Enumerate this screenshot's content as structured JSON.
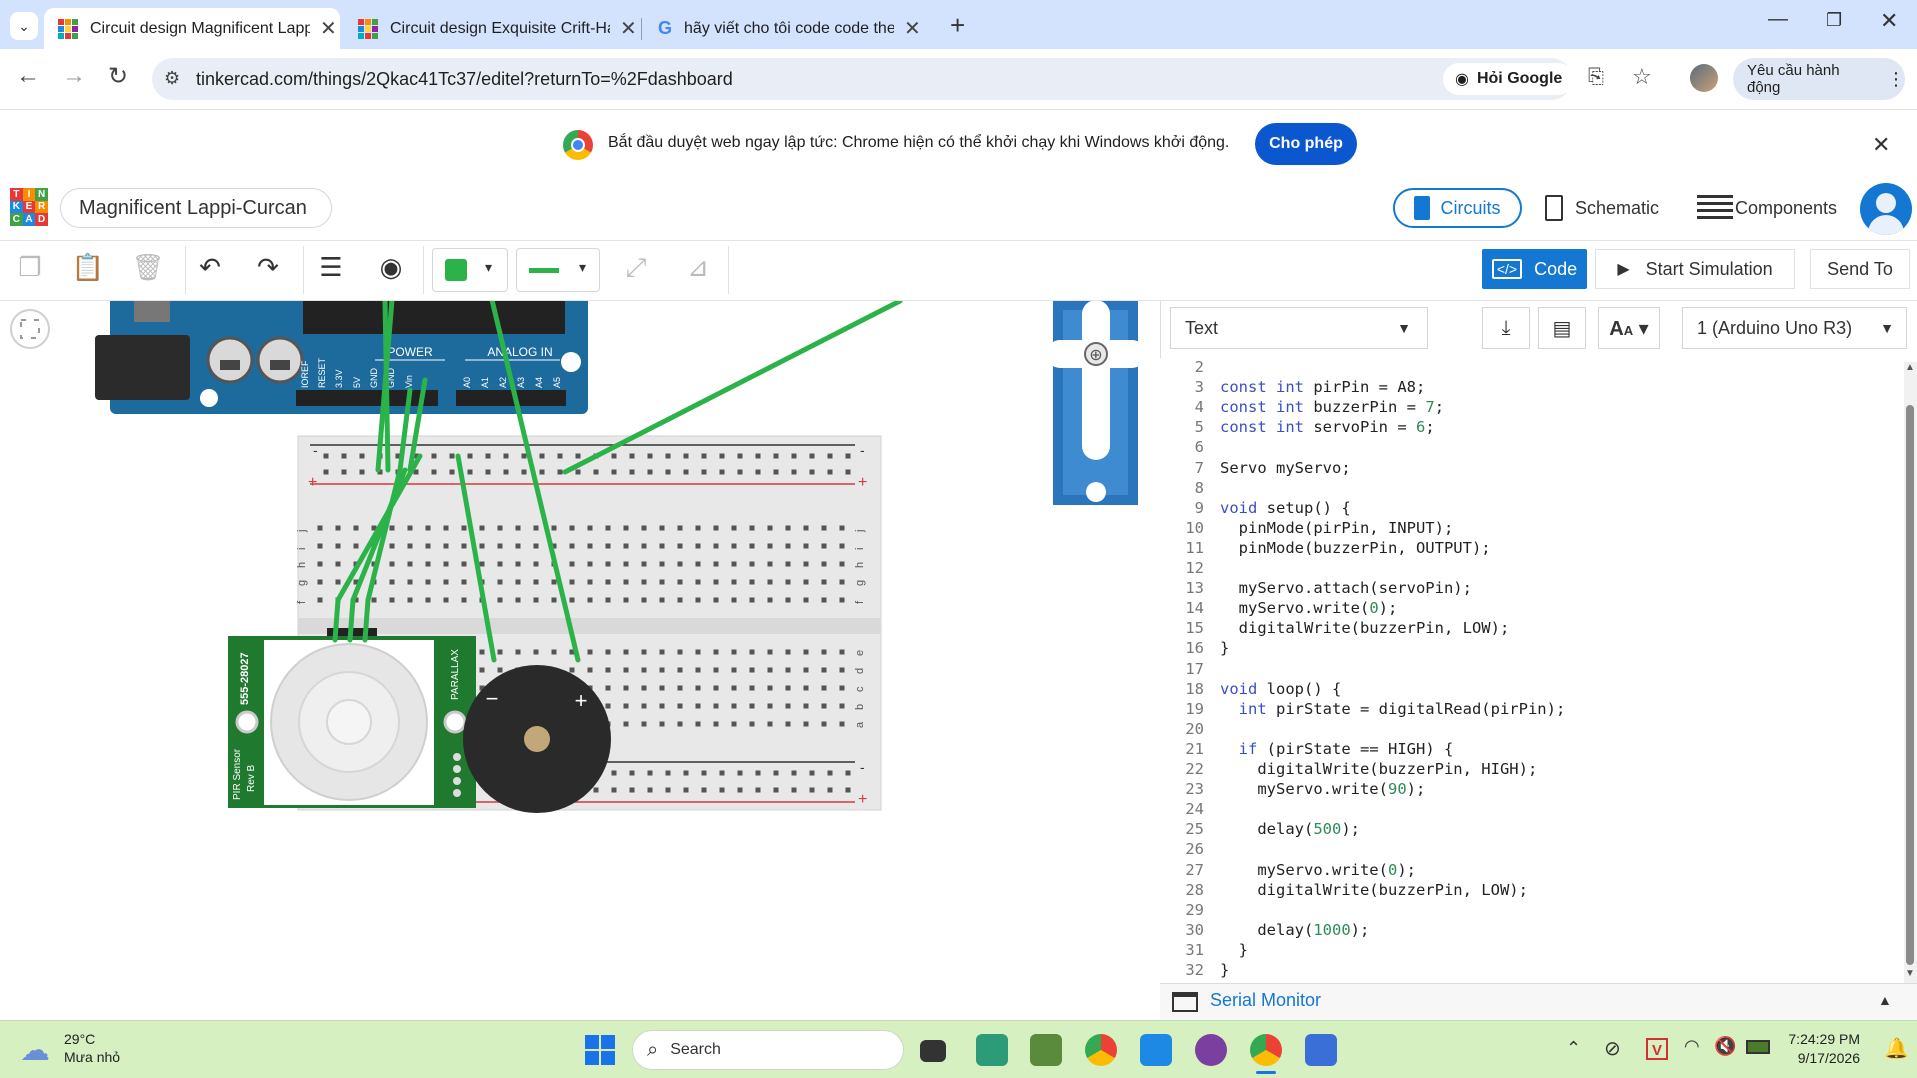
{
  "browser": {
    "tabs": [
      {
        "title": "Circuit design Magnificent Lappi-Curcan",
        "active": true
      },
      {
        "title": "Circuit design Exquisite Crift-Hadi",
        "active": false
      },
      {
        "title": "hãy viết cho tôi code code theo",
        "active": false
      }
    ],
    "close_glyph": "✕",
    "new_tab_glyph": "+",
    "url": "tinkercad.com/things/2Qkac41Tc37/editel?returnTo=%2Fdashboard",
    "ask_google": "Hỏi Google",
    "action_button": "Yêu cầu hành động",
    "notification": "Bắt đầu duyệt web ngay lập tức: Chrome hiện có thể khởi chạy khi Windows khởi động.",
    "allow_button": "Cho phép"
  },
  "app": {
    "logo_letters": [
      "T",
      "I",
      "N",
      "K",
      "E",
      "R",
      "C",
      "A",
      "D"
    ],
    "project_name": "Magnificent Lappi-Curcan",
    "views": {
      "circuits": "Circuits",
      "schematic": "Schematic",
      "components": "Components"
    },
    "toolbar": {
      "code": "Code",
      "start_simulation": "Start Simulation",
      "send_to": "Send To"
    },
    "wire_color": "#2bb34a"
  },
  "code_panel": {
    "mode": "Text",
    "board": "1 (Arduino Uno R3)",
    "serial_monitor": "Serial Monitor",
    "lines": [
      {
        "n": "2",
        "text": ""
      },
      {
        "n": "3",
        "text": "const int pirPin = A8;"
      },
      {
        "n": "4",
        "text": "const int buzzerPin = 7;"
      },
      {
        "n": "5",
        "text": "const int servoPin = 6;"
      },
      {
        "n": "6",
        "text": ""
      },
      {
        "n": "7",
        "text": "Servo myServo;"
      },
      {
        "n": "8",
        "text": ""
      },
      {
        "n": "9",
        "text": "void setup() {"
      },
      {
        "n": "10",
        "text": "  pinMode(pirPin, INPUT);"
      },
      {
        "n": "11",
        "text": "  pinMode(buzzerPin, OUTPUT);"
      },
      {
        "n": "12",
        "text": ""
      },
      {
        "n": "13",
        "text": "  myServo.attach(servoPin);"
      },
      {
        "n": "14",
        "text": "  myServo.write(0);"
      },
      {
        "n": "15",
        "text": "  digitalWrite(buzzerPin, LOW);"
      },
      {
        "n": "16",
        "text": "}"
      },
      {
        "n": "17",
        "text": ""
      },
      {
        "n": "18",
        "text": "void loop() {"
      },
      {
        "n": "19",
        "text": "  int pirState = digitalRead(pirPin);"
      },
      {
        "n": "20",
        "text": ""
      },
      {
        "n": "21",
        "text": "  if (pirState == HIGH) {"
      },
      {
        "n": "22",
        "text": "    digitalWrite(buzzerPin, HIGH);"
      },
      {
        "n": "23",
        "text": "    myServo.write(90);"
      },
      {
        "n": "24",
        "text": ""
      },
      {
        "n": "25",
        "text": "    delay(500);"
      },
      {
        "n": "26",
        "text": ""
      },
      {
        "n": "27",
        "text": "    myServo.write(0);"
      },
      {
        "n": "28",
        "text": "    digitalWrite(buzzerPin, LOW);"
      },
      {
        "n": "29",
        "text": ""
      },
      {
        "n": "30",
        "text": "    delay(1000);"
      },
      {
        "n": "31",
        "text": "  }"
      },
      {
        "n": "32",
        "text": "}"
      }
    ]
  },
  "canvas": {
    "arduino_labels": {
      "power": "POWER",
      "analog_in": "ANALOG IN",
      "pins": [
        "IOREF",
        "RESET",
        "3.3V",
        "5V",
        "GND",
        "GND",
        "Vin",
        "A0",
        "A1",
        "A2",
        "A3",
        "A4",
        "A5"
      ]
    },
    "pir_labels": {
      "part": "555-28027",
      "brand": "PARALLAX",
      "name": "PIR Sensor",
      "rev": "Rev B"
    },
    "breadboard_rail_minus": "-",
    "breadboard_rail_plus": "+",
    "breadboard_row_letters_top": [
      "j",
      "i",
      "h",
      "g",
      "f"
    ],
    "breadboard_row_letters_bottom": [
      "e",
      "d",
      "c",
      "b",
      "a"
    ],
    "buzzer_minus": "−",
    "buzzer_plus": "+"
  },
  "taskbar": {
    "temperature": "29°C",
    "weather": "Mưa nhỏ",
    "search": "Search",
    "time": "7:24:29 PM",
    "date": "9/17/2026"
  }
}
